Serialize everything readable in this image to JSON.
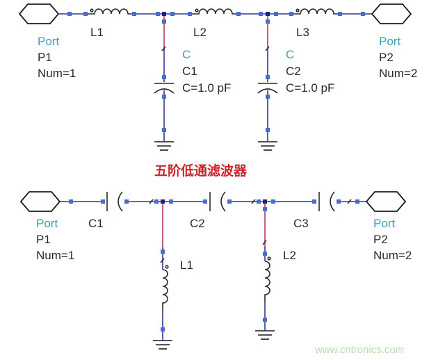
{
  "title": "五阶低通滤波器",
  "lowpass": {
    "p1": {
      "type": "Port",
      "name": "P1",
      "num": "Num=1"
    },
    "p2": {
      "type": "Port",
      "name": "P2",
      "num": "Num=2"
    },
    "l1": "L1",
    "l2": "L2",
    "l3": "L3",
    "c1": {
      "type": "C",
      "name": "C1",
      "value": "C=1.0 pF"
    },
    "c2": {
      "type": "C",
      "name": "C2",
      "value": "C=1.0 pF"
    }
  },
  "highpass": {
    "p1": {
      "type": "Port",
      "name": "P1",
      "num": "Num=1"
    },
    "p2": {
      "type": "Port",
      "name": "P2",
      "num": "Num=2"
    },
    "c1": "C1",
    "c2": "C2",
    "c3": "C3",
    "l1": "L1",
    "l2": "L2"
  },
  "watermark": "www.cntronics.com",
  "colors": {
    "wire": "#35358a",
    "junction_wire": "#b4386a",
    "pin": "#4a6dc8",
    "type_label": "#3aa0b8",
    "title": "#c8262c",
    "watermark": "#b9dcb0"
  }
}
